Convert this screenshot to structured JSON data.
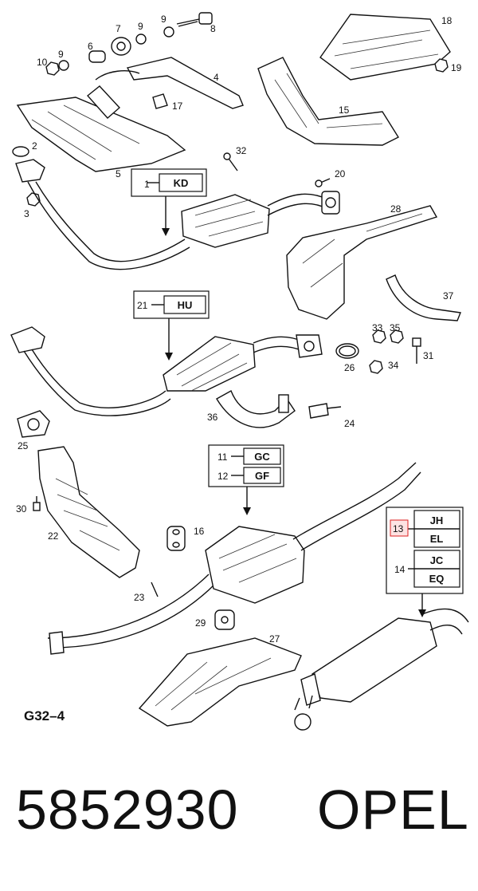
{
  "diagram_id": "G32–4",
  "part_number": "5852930",
  "brand": "OPEL",
  "labels": {
    "n1": "1",
    "n2": "2",
    "n3": "3",
    "n4": "4",
    "n5": "5",
    "n6": "6",
    "n7": "7",
    "n8": "8",
    "n9a": "9",
    "n9b": "9",
    "n9c": "9",
    "n10": "10",
    "n11": "11",
    "n12": "12",
    "n13": "13",
    "n14": "14",
    "n15": "15",
    "n16": "16",
    "n17": "17",
    "n18": "18",
    "n19": "19",
    "n20": "20",
    "n21": "21",
    "n22": "22",
    "n23": "23",
    "n24": "24",
    "n25": "25",
    "n26": "26",
    "n27": "27",
    "n28": "28",
    "n29": "29",
    "n30": "30",
    "n31": "31",
    "n32": "32",
    "n33": "33",
    "n34": "34",
    "n35": "35",
    "n36": "36",
    "n37": "37"
  },
  "codes": {
    "kd": "KD",
    "hu": "HU",
    "gc": "GC",
    "gf": "GF",
    "jh": "JH",
    "el": "EL",
    "jc": "JC",
    "eq": "EQ"
  },
  "highlight_color": "#d22222"
}
